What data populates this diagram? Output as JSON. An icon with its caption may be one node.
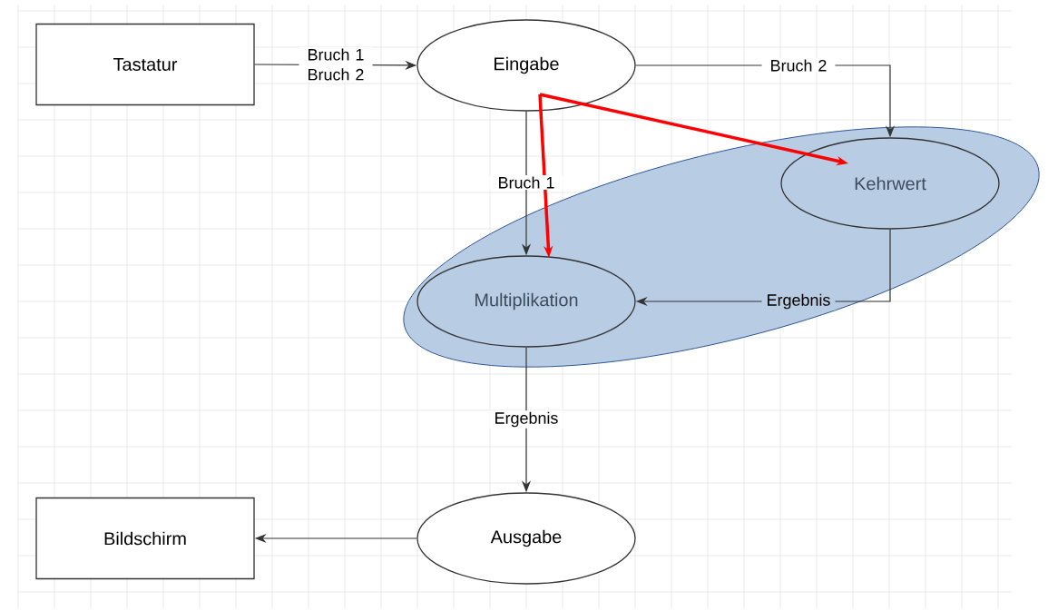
{
  "diagram": {
    "nodes": [
      {
        "text": [
          "Tastatur"
        ]
      },
      {
        "text": [
          "Eingabe"
        ]
      },
      {
        "text": [],
        "shape": "ellipse"
      },
      {
        "text": [
          "Kehrwert"
        ],
        "in": 2
      },
      {
        "text": [
          "Multiplikation"
        ],
        "in": 2
      },
      {
        "text": [
          "Bildschirm"
        ]
      },
      {
        "text": [
          "Ausgabe"
        ]
      }
    ],
    "edges": [
      {
        "from": 0,
        "to": 1,
        "arrow": "to",
        "label": "Bruch 1 Bruch 2"
      },
      {
        "from": 1,
        "to": 3,
        "arrow": "to",
        "label": "Bruch 2"
      },
      {
        "from": 1,
        "to": 4,
        "arrow": "to",
        "label": "Bruch 1"
      },
      {
        "from": 1,
        "to": 4,
        "arrow": "to",
        "style": "thick",
        "color": "#ff0000"
      },
      {
        "from": 1,
        "to": 3,
        "arrow": "to",
        "style": "thick",
        "color": "#ff0000"
      },
      {
        "from": 3,
        "to": 4,
        "arrow": "to",
        "label": "Ergebnis"
      },
      {
        "from": 4,
        "to": 6,
        "arrow": "to",
        "label": "Ergebnis"
      },
      {
        "from": 6,
        "to": 5,
        "arrow": "to"
      }
    ]
  }
}
